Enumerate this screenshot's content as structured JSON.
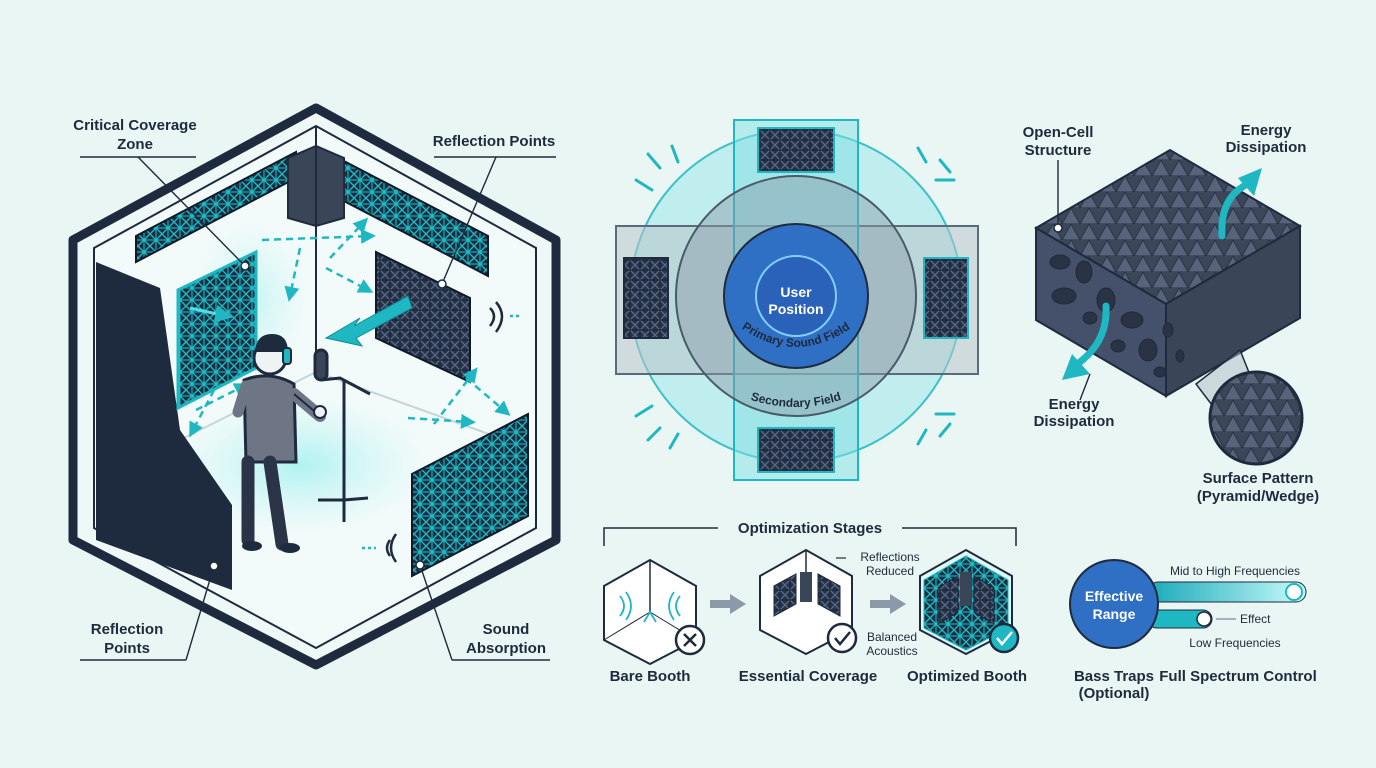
{
  "booth": {
    "critical_zone_line1": "Critical Coverage",
    "critical_zone_line2": "Zone",
    "reflection_points_top": "Reflection Points",
    "reflection_points_bottom_line1": "Reflection",
    "reflection_points_bottom_line2": "Points",
    "sound_absorption_line1": "Sound",
    "sound_absorption_line2": "Absorption"
  },
  "field": {
    "user_line1": "User",
    "user_line2": "Position",
    "primary": "Primary Sound Field",
    "secondary": "Secondary Field"
  },
  "foam": {
    "open_cell_line1": "Open-Cell",
    "open_cell_line2": "Structure",
    "energy_top_line1": "Energy",
    "energy_top_line2": "Dissipation",
    "energy_bottom_line1": "Energy",
    "energy_bottom_line2": "Dissipation",
    "surface_line1": "Surface Pattern",
    "surface_line2": "(Pyramid/Wedge)"
  },
  "stages": {
    "title": "Optimization Stages",
    "bare": "Bare Booth",
    "essential": "Essential Coverage",
    "optimized": "Optimized Booth",
    "reflections_line1": "Reflections",
    "reflections_line2": "Reduced",
    "balanced_line1": "Balanced",
    "balanced_line2": "Acoustics"
  },
  "range": {
    "effective_line1": "Effective",
    "effective_line2": "Range",
    "mid_high": "Mid to High Frequencies",
    "effect": "Effect",
    "low": "Low Frequencies",
    "bass_line1": "Bass Traps",
    "bass_line2": "(Optional)",
    "full_spectrum": "Full Spectrum Control"
  },
  "colors": {
    "background": "#eaf6f3",
    "navy": "#1e2a3e",
    "teal": "#1fb8c2",
    "foam": "#3f4a5c",
    "blue": "#2f6fc4"
  }
}
